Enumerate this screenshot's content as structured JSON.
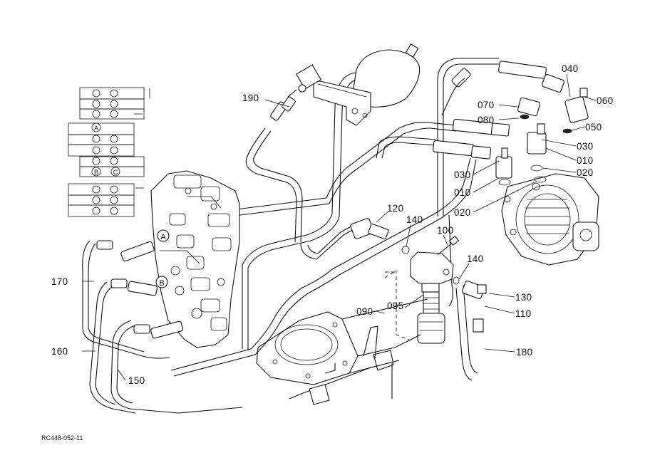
{
  "diagram": {
    "reference_code": "RC448-052-11",
    "callouts": {
      "p010a": "010",
      "p010b": "010",
      "p020a": "020",
      "p020b": "020",
      "p030a": "030",
      "p030b": "030",
      "p040": "040",
      "p050": "050",
      "p060": "060",
      "p070": "070",
      "p080": "080",
      "p090": "090",
      "p095": "095",
      "p100": "100",
      "p110": "110",
      "p120": "120",
      "p130": "130",
      "p140a": "140",
      "p140b": "140",
      "p150": "150",
      "p160": "160",
      "p170": "170",
      "p180": "180",
      "p190": "190"
    },
    "port_markers": {
      "schematic_a": "A",
      "schematic_b": "B",
      "schematic_c": "C",
      "valve_a": "A",
      "valve_b": "B"
    }
  }
}
